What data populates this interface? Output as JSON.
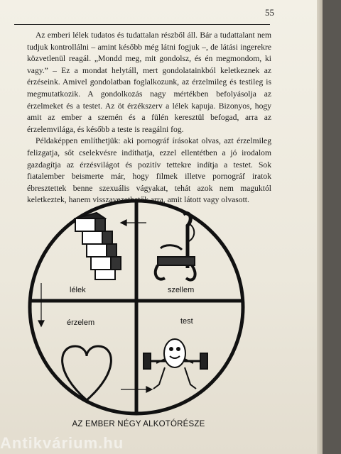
{
  "page_number": "55",
  "paragraphs": [
    "Az emberi lélek tudatos és tudattalan részből áll. Bár a tudattalant nem tudjuk kontrollálni – amint később még látni fogjuk –, de látási ingerekre közvetlenül reagál. „Mondd meg, mit gondolsz, és én megmondom, ki vagy.” – Ez a mondat helytáll, mert gondolatainkból keletkeznek az érzéseink. Amivel gondolatban foglalkozunk, az érzelmileg és testileg is megmutatkozik. A gondolkozás nagy mértékben befolyásolja az érzelmeket és a testet. Az öt érzékszerv a lélek kapuja. Bizonyos, hogy amit az ember a szemén és a fülén keresztül befogad, arra az érzelemvilága, és később a teste is reagálni fog.",
    "Példaképpen említhetjük: aki pornográf írásokat olvas, azt érzelmileg felizgatja, sőt cselekvésre indíthatja, ezzel ellentétben a jó irodalom gazdagítja az érzésvilágot és pozitív tettekre indítja a testet. Sok fiatalember beismerte már, hogy filmek illetve pornográf iratok ébresztettek benne szexuális vágyakat, tehát azok nem maguktól keletkeztek, hanem visszavezethetők arra, amit látott vagy olvasott."
  ],
  "diagram": {
    "labels": {
      "top_left": "lélek",
      "top_right": "szellem",
      "bottom_left": "érzelem",
      "bottom_right": "test"
    },
    "caption": "AZ EMBER NÉGY ALKOTÓRÉSZE"
  },
  "watermark": "Antikvárium.hu"
}
